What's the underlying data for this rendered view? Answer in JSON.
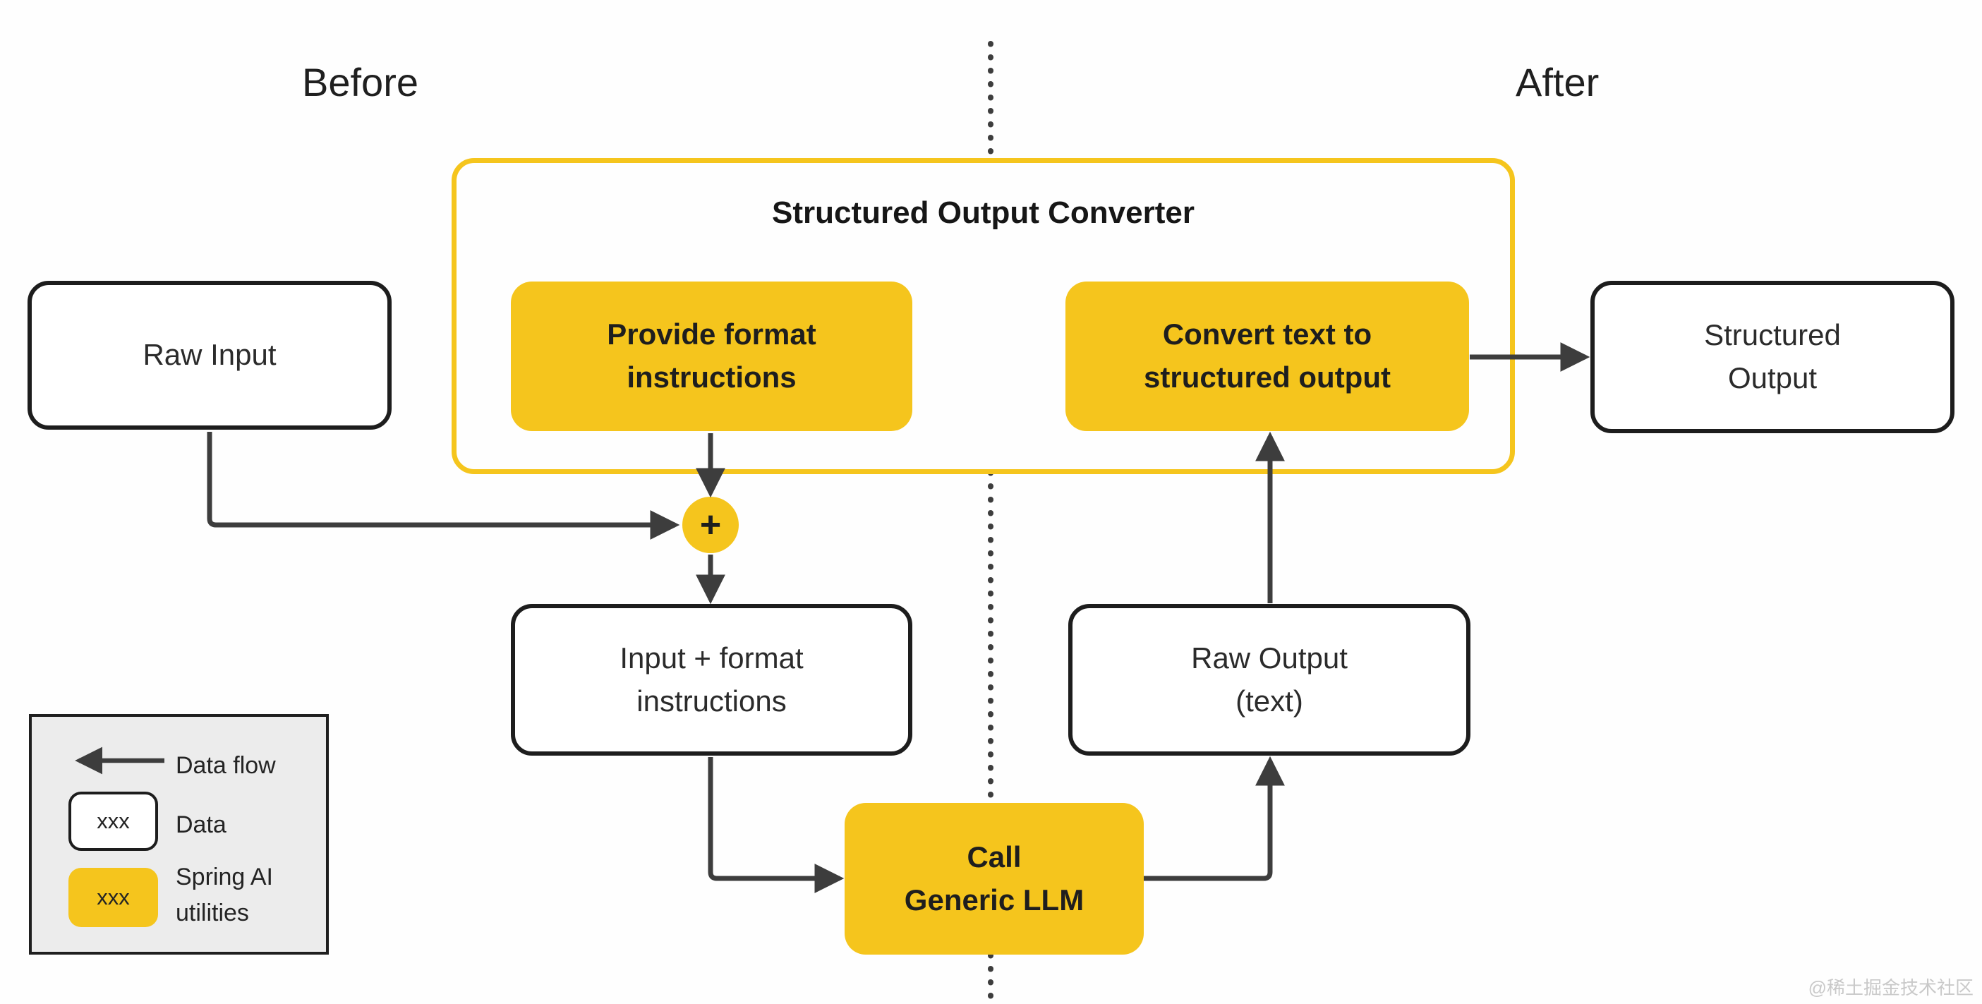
{
  "header": {
    "before": "Before",
    "after": "After"
  },
  "converter": {
    "title": "Structured Output Converter"
  },
  "nodes": {
    "raw_input": "Raw Input",
    "provide_format": "Provide format\ninstructions",
    "convert_text": "Convert text to\nstructured  output",
    "structured_output": "Structured\nOutput",
    "plus_junction": "+",
    "input_format": "Input + format\ninstructions",
    "raw_output": "Raw Output\n(text)",
    "call_llm": "Call\nGeneric LLM"
  },
  "legend": {
    "data_flow_label": "Data flow",
    "data_label": "Data",
    "spring_ai_label": "Spring AI\nutilities",
    "data_sample": "xxx",
    "spring_sample": "xxx"
  },
  "watermark": "@稀土掘金技术社区",
  "colors": {
    "accent_yellow": "#F5C51D",
    "ink": "#1F1F1F",
    "arrow_gray": "#3D3D3D",
    "legend_bg": "#ECECEC",
    "watermark_gray": "#C9C9C9"
  }
}
